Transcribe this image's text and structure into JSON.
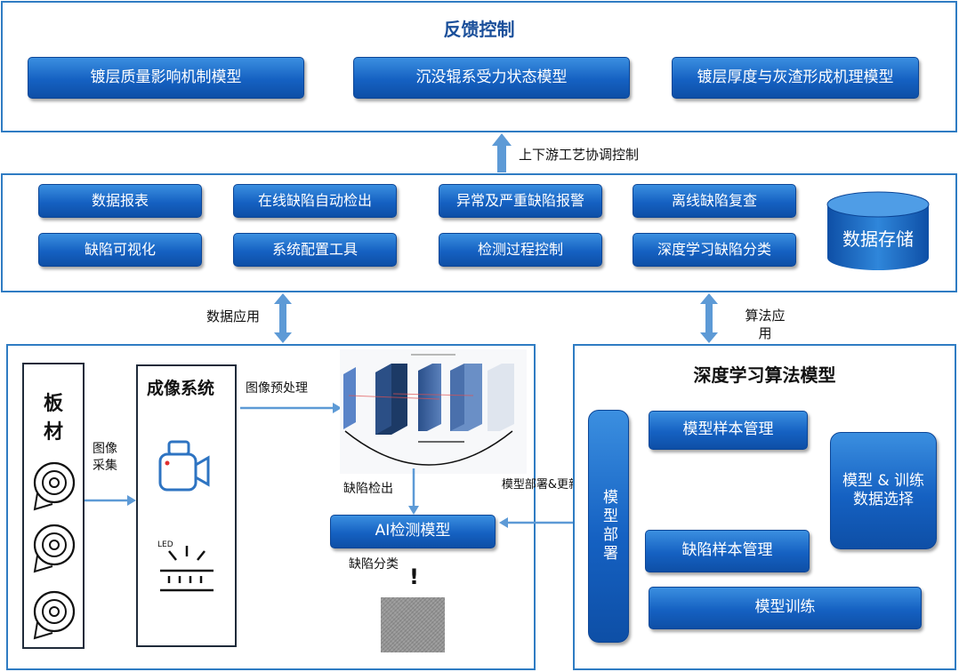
{
  "feedback": {
    "title": "反馈控制",
    "buttons": [
      "镀层质量影响机制模型",
      "沉没辊系受力状态模型",
      "镀层厚度与灰渣形成机理模型"
    ]
  },
  "coordination_label": "上下游工艺协调控制",
  "apps": {
    "row1": [
      "数据报表",
      "在线缺陷自动检出",
      "异常及严重缺陷报警",
      "离线缺陷复查"
    ],
    "row2": [
      "缺陷可视化",
      "系统配置工具",
      "检测过程控制",
      "深度学习缺陷分类"
    ],
    "storage": "数据存储"
  },
  "data_app_label": "数据应用",
  "algo_app_label": "算法应用",
  "left": {
    "material": "板材",
    "acquire_label": "图像采集",
    "imaging_title": "成像系统",
    "led_label": "LED",
    "preprocess_label": "图像预处理",
    "detect_label": "缺陷检出",
    "ai_model": "AI检测模型",
    "classify_label": "缺陷分类",
    "exclaim": "!",
    "deploy_update_label": "模型部署&更新"
  },
  "right": {
    "title": "深度学习算法模型",
    "deploy": "模型部署",
    "sample_mgmt": "模型样本管理",
    "data_select": "模型 & 训练数据选择",
    "defect_samples": "缺陷样本管理",
    "training": "模型训练"
  },
  "colors": {
    "border": "#2f7cc3",
    "button": "#1561c2",
    "arrow": "#5d9ad6"
  }
}
